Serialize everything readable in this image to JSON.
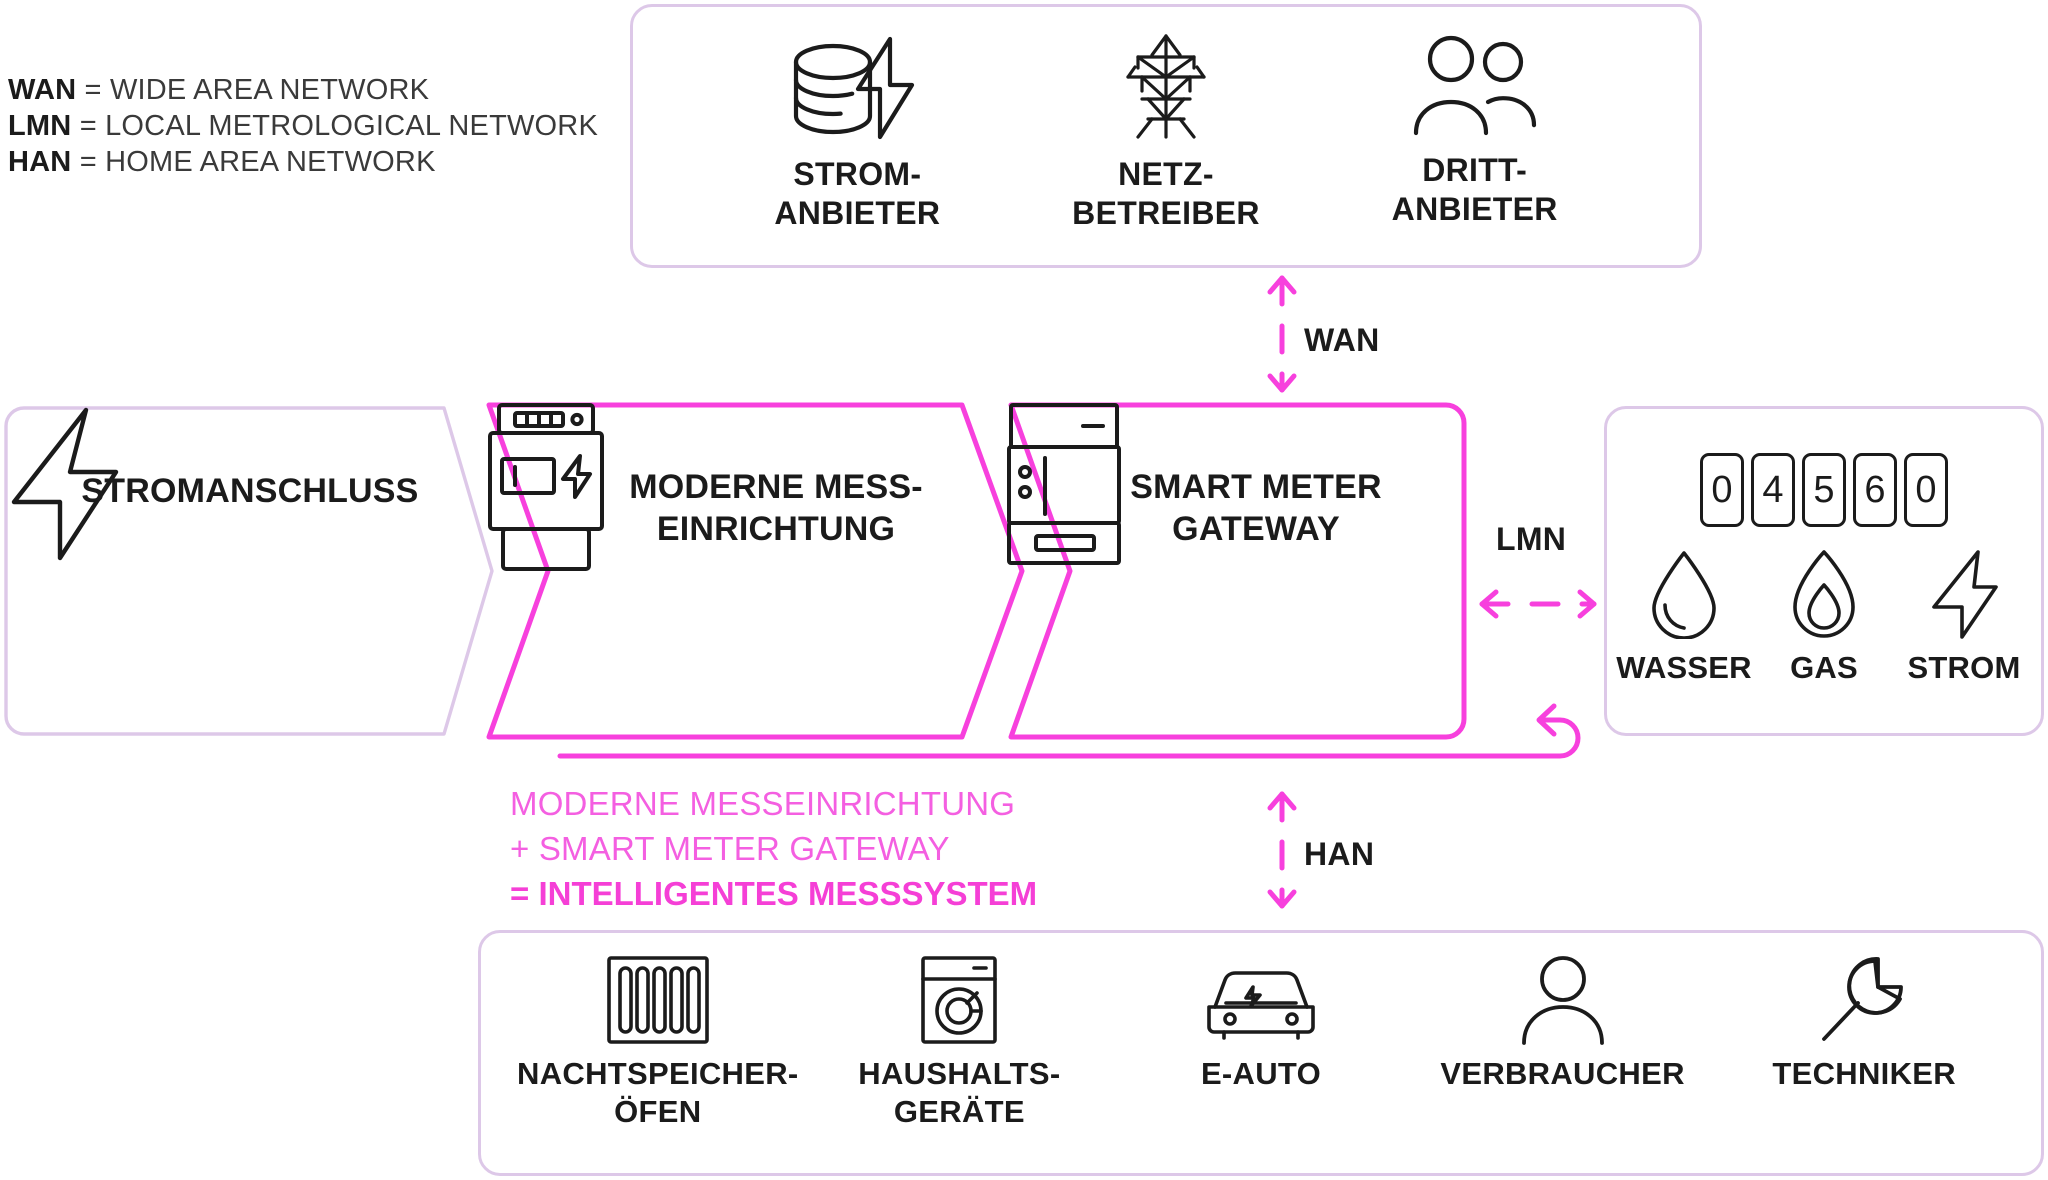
{
  "legend": {
    "rows": [
      {
        "abbr": "WAN",
        "eq": "=",
        "def": "WIDE AREA NETWORK"
      },
      {
        "abbr": "LMN",
        "eq": "=",
        "def": "LOCAL METROLOGICAL NETWORK"
      },
      {
        "abbr": "HAN",
        "eq": "=",
        "def": "HOME AREA NETWORK"
      }
    ]
  },
  "colors": {
    "magenta": "#f740dd",
    "lavender": "#ddc8e8",
    "ink": "#1b1b1b",
    "annotation_light": "#f45fe1",
    "annotation_bold": "#f53fd6"
  },
  "top_panel": {
    "items": [
      {
        "icon": "database-bolt-icon",
        "line1": "STROM-",
        "line2": "ANBIETER"
      },
      {
        "icon": "power-pylon-icon",
        "line1": "NETZ-",
        "line2": "BETREIBER"
      },
      {
        "icon": "two-people-icon",
        "line1": "DRITT-",
        "line2": "ANBIETER"
      }
    ]
  },
  "chevrons": [
    {
      "icon": "lightning-bolt-icon",
      "line1": "STROMANSCHLUSS",
      "line2": "",
      "color": "lavender"
    },
    {
      "icon": "electricity-meter-icon",
      "line1": "MODERNE MESS-",
      "line2": "EINRICHTUNG",
      "color": "magenta"
    },
    {
      "icon": "smart-meter-gateway-icon",
      "line1": "SMART METER",
      "line2": "GATEWAY",
      "color": "magenta"
    }
  ],
  "connections": {
    "wan": {
      "label": "WAN",
      "direction": "bidirectional-vertical"
    },
    "lmn": {
      "label": "LMN",
      "direction": "bidirectional-horizontal"
    },
    "han": {
      "label": "HAN",
      "direction": "bidirectional-vertical"
    }
  },
  "right_panel": {
    "meter_digits": [
      "0",
      "4",
      "5",
      "6",
      "0"
    ],
    "utilities": [
      {
        "icon": "water-drop-icon",
        "label": "WASSER"
      },
      {
        "icon": "gas-flame-icon",
        "label": "GAS"
      },
      {
        "icon": "lightning-bolt-icon",
        "label": "STROM"
      }
    ]
  },
  "annotation": {
    "line1": "MODERNE MESSEINRICHTUNG",
    "line2": "+ SMART METER GATEWAY",
    "line3": "= INTELLIGENTES MESSSYSTEM"
  },
  "bottom_panel": {
    "items": [
      {
        "icon": "radiator-icon",
        "line1": "NACHTSPEICHER-",
        "line2": "ÖFEN"
      },
      {
        "icon": "washing-machine-icon",
        "line1": "HAUSHALTS-",
        "line2": "GERÄTE"
      },
      {
        "icon": "electric-car-icon",
        "line1": "E-AUTO",
        "line2": ""
      },
      {
        "icon": "person-icon",
        "line1": "VERBRAUCHER",
        "line2": ""
      },
      {
        "icon": "wrench-icon",
        "line1": "TECHNIKER",
        "line2": ""
      }
    ]
  }
}
